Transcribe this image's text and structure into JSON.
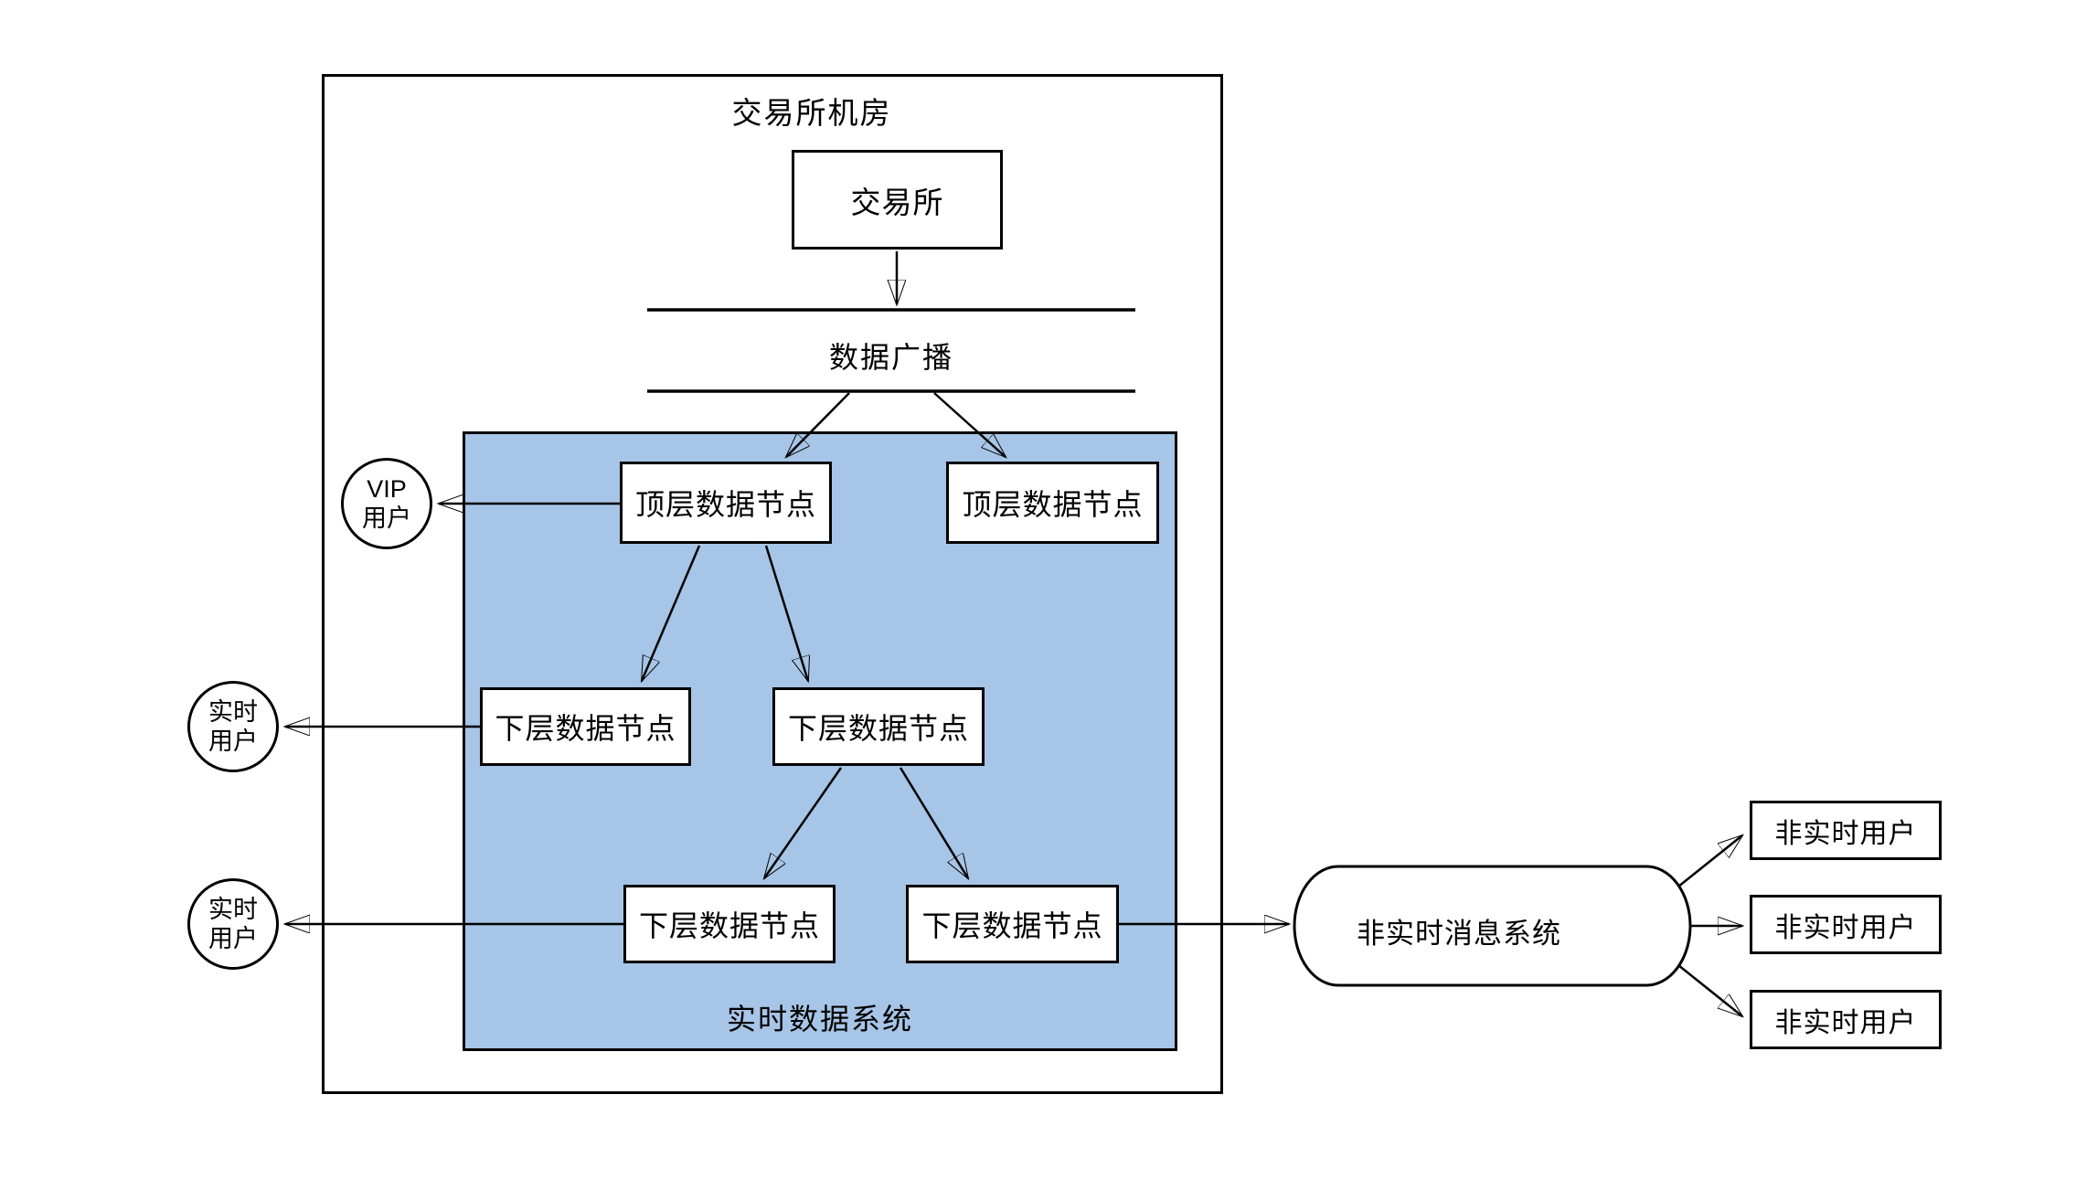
{
  "diagram_title": "交易所机房",
  "exchange_label": "交易所",
  "bus_label": "数据广播",
  "realtime_system_label": "实时数据系统",
  "message_system_label": "非实时消息系统",
  "nodes": {
    "top_left": "顶层数据节点",
    "top_right": "顶层数据节点",
    "mid_left": "下层数据节点",
    "mid_right": "下层数据节点",
    "bottom_left": "下层数据节点",
    "bottom_right": "下层数据节点"
  },
  "users": {
    "vip": {
      "line1": "VIP",
      "line2": "用户"
    },
    "rt1": {
      "line1": "实时",
      "line2": "用户"
    },
    "rt2": {
      "line1": "实时",
      "line2": "用户"
    },
    "nrt": [
      "非实时用户",
      "非实时用户",
      "非实时用户"
    ]
  },
  "colors": {
    "stroke": "#000000",
    "realtime_fill": "#a7c5e6",
    "node_fill": "#ffffff",
    "canvas": "#ffffff"
  }
}
